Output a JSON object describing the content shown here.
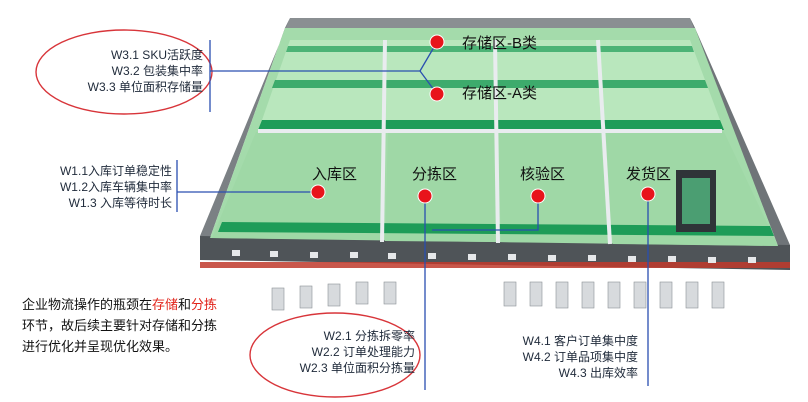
{
  "zones": {
    "storage_b": "存储区-B类",
    "storage_a": "存储区-A类",
    "inbound": "入库区",
    "sorting": "分拣区",
    "checking": "核验区",
    "shipping": "发货区"
  },
  "metrics": {
    "storage": [
      "W3.1 SKU活跃度",
      "W3.2 包装集中率",
      "W3.3 单位面积存储量"
    ],
    "inbound": [
      "W1.1入库订单稳定性",
      "W1.2入库车辆集中率",
      "W1.3 入库等待时长"
    ],
    "sorting": [
      "W2.1 分拣拆零率",
      "W2.2 订单处理能力",
      "W2.3 单位面积分拣量"
    ],
    "shipping": [
      "W4.1 客户订单集中度",
      "W4.2 订单品项集中度",
      "W4.3 出库效率"
    ]
  },
  "note": {
    "l1_a": "企业物流操作的瓶颈在",
    "l1_b": "存储",
    "l1_c": "和",
    "l1_d": "分拣",
    "l2": "环节，故后续主要针对存储和分拣",
    "l3": "进行优化并呈现优化效果。"
  },
  "colors": {
    "floor": "#9fd8a6",
    "floor_dark": "#1e9c58",
    "wall": "#5f6468",
    "callout": "#d8353a",
    "line": "#2a4fb0",
    "dot": "#e8141b"
  }
}
